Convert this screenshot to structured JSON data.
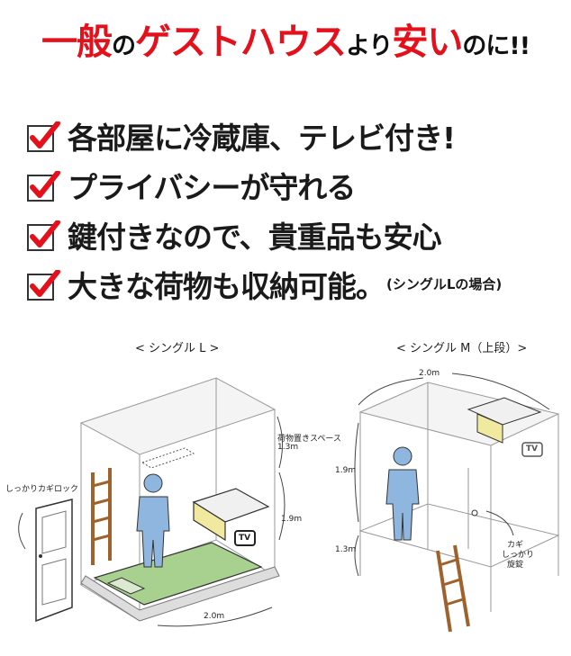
{
  "headline": {
    "part1": "一般",
    "part2": "の",
    "part3": "ゲストハウス",
    "part4": "より",
    "part5": "安い",
    "part6": "のに!!"
  },
  "features": [
    {
      "text": "各部屋に冷蔵庫、テレビ付き!",
      "note": ""
    },
    {
      "text": "プライバシーが守れる",
      "note": ""
    },
    {
      "text": "鍵付きなので、貴重品も安心",
      "note": ""
    },
    {
      "text": "大きな荷物も収納可能。",
      "note": "(シングルLの場合)"
    }
  ],
  "single_l": {
    "caption": "< シングル L >",
    "storage_label": "荷物置きスペース",
    "storage_height": "1.3m",
    "room_height": "1.9m",
    "length": "2.0m",
    "lock_label": "しっかりカギロック",
    "tv": "TV"
  },
  "single_m": {
    "caption": "< シングル M（上段）>",
    "width": "2.0m",
    "upper_height": "1.9m",
    "lower_height": "1.3m",
    "tv": "TV",
    "lock_line1": "カギ",
    "lock_line2": "しっかり",
    "lock_line3": "旋錠"
  },
  "colors": {
    "accent_red": "#e4101b",
    "figure_blue": "#8fb6df",
    "mattress_green": "#a8d08f",
    "shelf_yellow": "#f2e9a0"
  }
}
